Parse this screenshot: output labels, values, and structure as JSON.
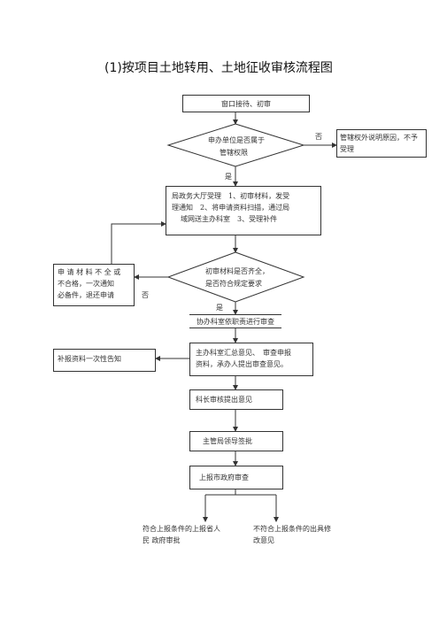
{
  "title": "(1)按项目土地转用、土地征收审核流程图",
  "nodes": {
    "window_reception": "窗口接待、初审",
    "jurisdiction_q_line1": "申办单位是否属于",
    "jurisdiction_q_line2": "管辖权限",
    "out_of_jurisdiction_line1": "管辖权外说明原因，不予",
    "out_of_jurisdiction_line2": "受理",
    "hall_accept_line1": "局政务大厅受理　1、初审材料，发受",
    "hall_accept_line2": "理通知　2、将申请资料扫描，通过局",
    "hall_accept_line3": "域网送主办科室　3、受理补件",
    "materials_q_line1": "初审材料是否齐全，",
    "materials_q_line2": "是否符合规定要求",
    "incomplete_line1": "申 请 材 料 不 全 或",
    "incomplete_line2": "不合格，一次通知",
    "incomplete_line3": "必备件，退还申请",
    "coop_review": "协办科室依职责进行审查",
    "supplement": "补报资料一次性告知",
    "main_dept_line1": "主办科室汇总意见、　审查申报",
    "main_dept_line2": "资料，承办人提出审查意见。",
    "section_chief": "科长审核提出意见",
    "bureau_leader": "主管局领导签批",
    "city_gov": "上报市政府审查",
    "qualified_line1": "符合上报条件的上报省人",
    "qualified_line2": "民 政府审批",
    "unqualified_line1": "不符合上报条件的出具修",
    "unqualified_line2": "改意见"
  },
  "edges": {
    "no_1": "否",
    "yes_1": "是",
    "no_2": "否",
    "yes_2": "是"
  }
}
